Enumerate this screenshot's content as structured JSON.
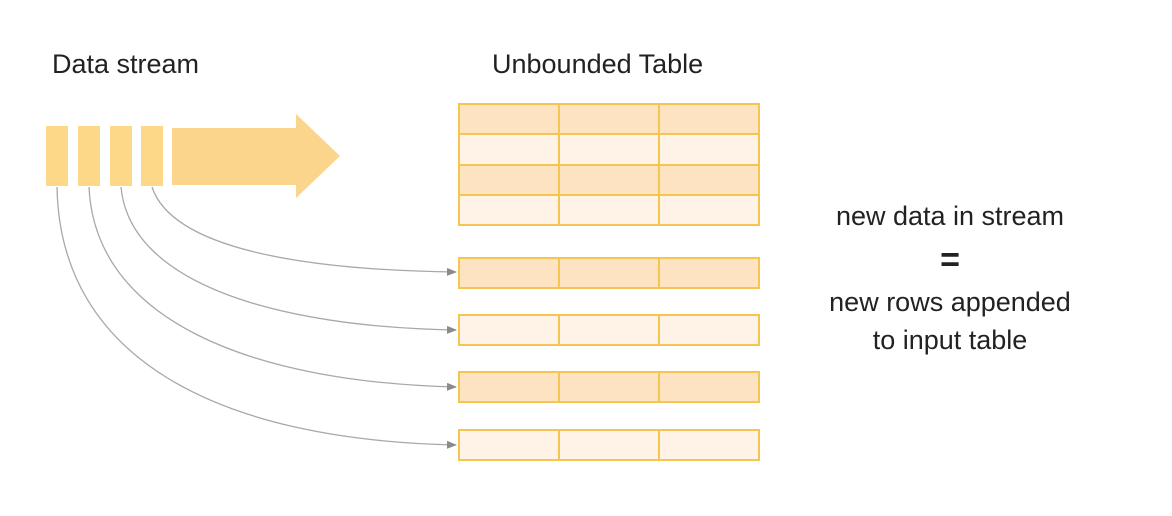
{
  "diagram": {
    "stream_title": "Data stream",
    "table_title": "Unbounded Table",
    "caption": {
      "line1": "new data in stream",
      "equals": "=",
      "line2": "new rows appended",
      "line3": "to input table"
    },
    "colors": {
      "stream_fill": "#fdd888",
      "arrow_fill": "#fbd58c",
      "cell_dark": "#fde3c2",
      "cell_light": "#fef3e6",
      "cell_border": "#f5c64f",
      "connector": "#a8a8a8"
    },
    "unbounded_table": {
      "rows": 4,
      "cols": 3
    },
    "appended_rows": 4,
    "stream_items": 4
  }
}
